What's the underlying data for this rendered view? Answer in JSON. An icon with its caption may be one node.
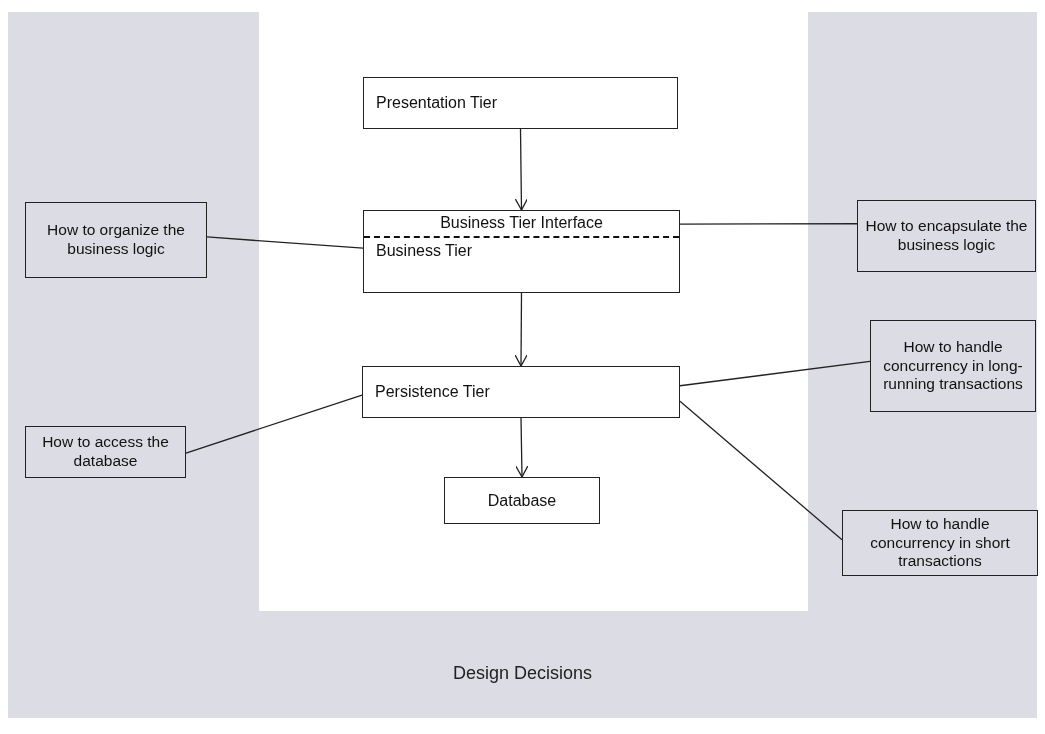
{
  "diagram": {
    "caption": "Design Decisions",
    "nodes": [
      {
        "text": [
          "Presentation Tier"
        ]
      },
      {
        "text": [
          "Business Tier Interface",
          "Business Tier"
        ]
      },
      {
        "text": [
          "Persistence Tier"
        ]
      },
      {
        "text": [
          "Database"
        ]
      },
      {
        "text": [
          "How to organize the business logic"
        ]
      },
      {
        "text": [
          "How to encapsulate the business logic"
        ]
      },
      {
        "text": [
          "How to handle concurrency in long-running transactions"
        ]
      },
      {
        "text": [
          "How to access the database"
        ]
      },
      {
        "text": [
          "How to handle concurrency in short transactions"
        ]
      }
    ],
    "edges": [
      {
        "from": 0,
        "to": 1,
        "arrow": "to"
      },
      {
        "from": 1,
        "to": 2,
        "arrow": "to"
      },
      {
        "from": 2,
        "to": 3,
        "arrow": "to"
      },
      {
        "from": 4,
        "to": 1,
        "arrow": "none"
      },
      {
        "from": 5,
        "to": 1,
        "arrow": "none"
      },
      {
        "from": 6,
        "to": 2,
        "arrow": "none"
      },
      {
        "from": 7,
        "to": 2,
        "arrow": "none"
      },
      {
        "from": 8,
        "to": 2,
        "arrow": "none"
      }
    ]
  }
}
